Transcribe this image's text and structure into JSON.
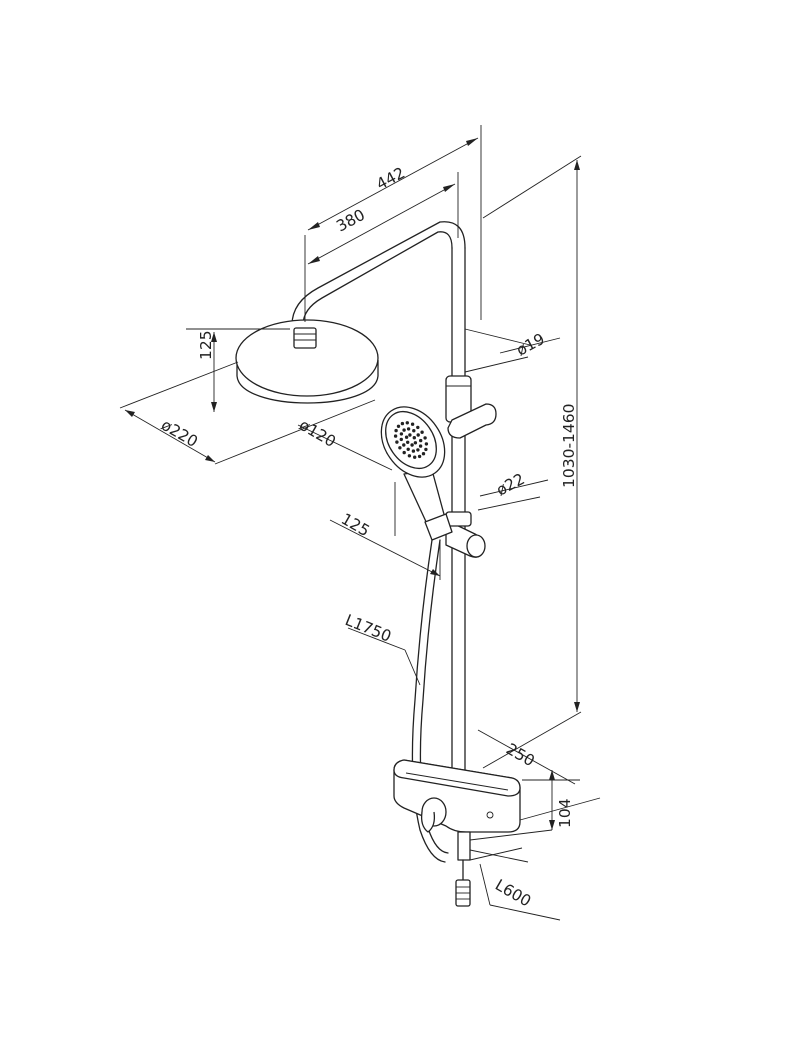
{
  "dimensions": {
    "overall_width": "442",
    "arm_length": "380",
    "head_height": "125",
    "head_diameter": "ø220",
    "hand_shower_diameter": "ø120",
    "bar_diameter": "ø19",
    "slider_diameter": "ø22",
    "hand_shower_offset": "125",
    "hose_length": "L1750",
    "height_range": "1030-1460",
    "shelf_width": "250",
    "shelf_depth": "104",
    "inlet_hose_length": "L600"
  },
  "colors": {
    "line": "#222222",
    "background": "#ffffff"
  }
}
